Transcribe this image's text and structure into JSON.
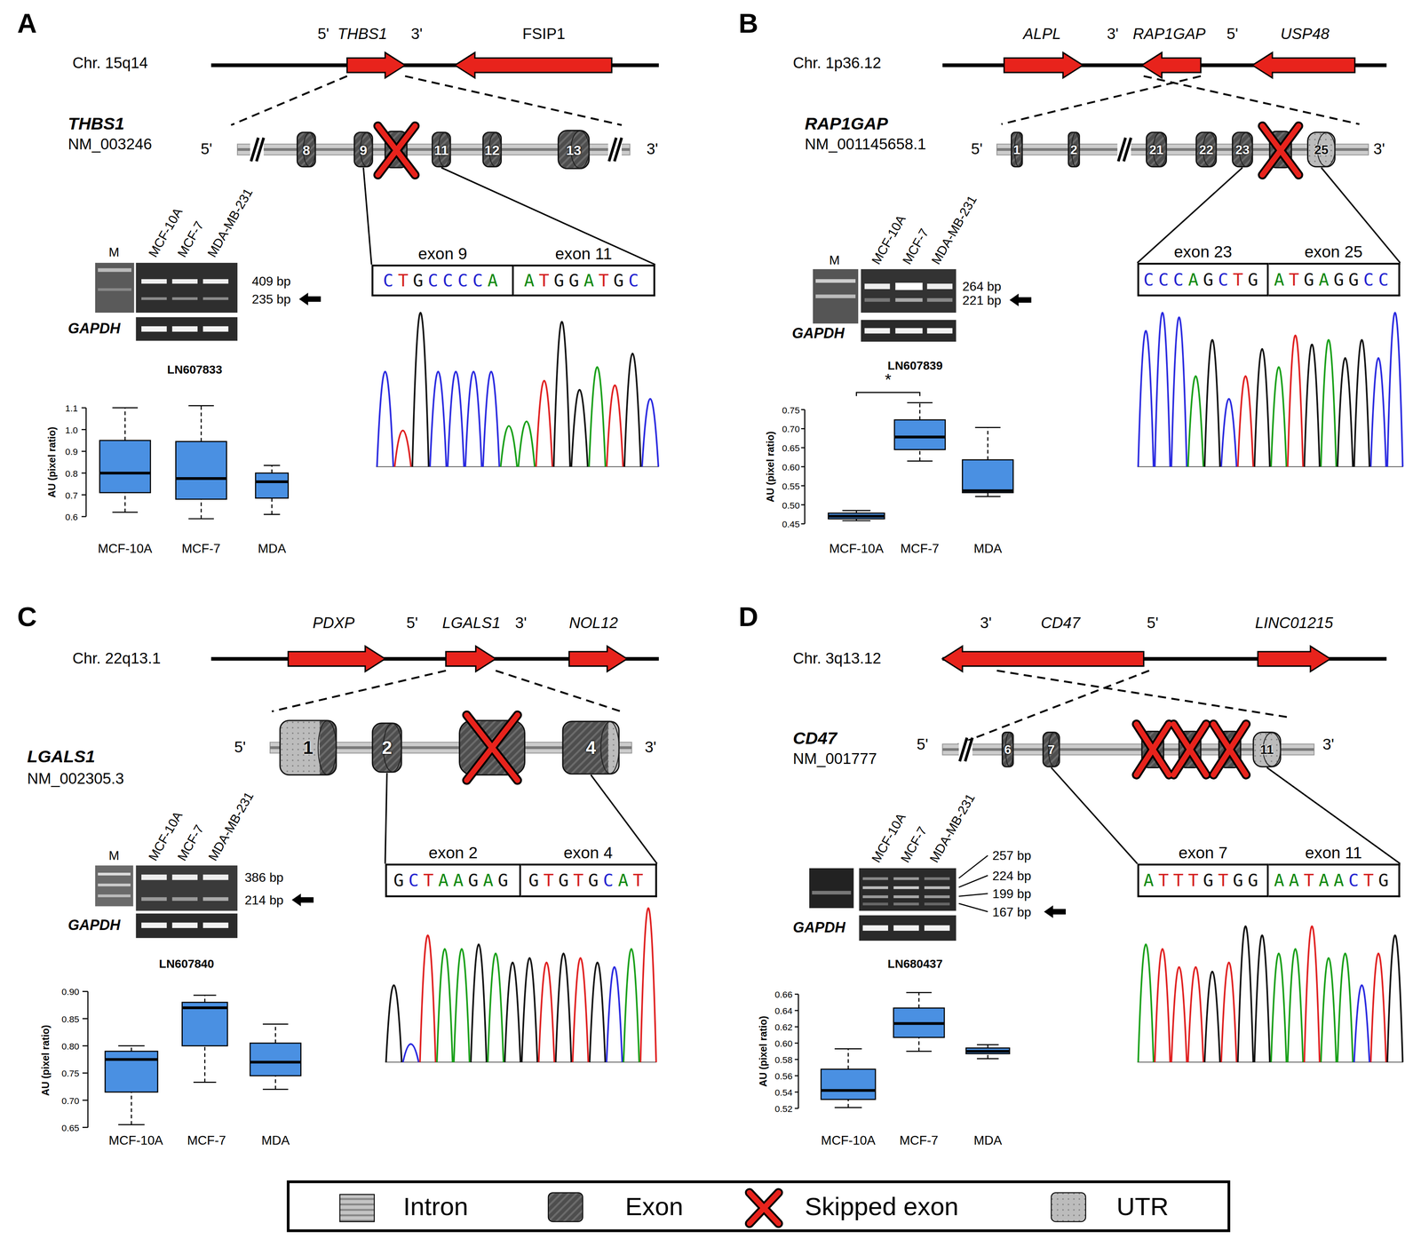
{
  "diagram": {
    "nodes": [
      {
        "text": [
          "8"
        ]
      },
      {
        "text": [
          "9"
        ]
      },
      {
        "text": [
          "11"
        ]
      },
      {
        "text": [
          "12"
        ]
      },
      {
        "text": [
          "13"
        ]
      },
      {
        "text": [
          "exon 9",
          "CTGCCCCA"
        ]
      },
      {
        "text": [
          "exon 11",
          "ATGGATGC"
        ]
      },
      {
        "text": [
          "1"
        ]
      },
      {
        "text": [
          "2"
        ]
      },
      {
        "text": [
          "21"
        ]
      },
      {
        "text": [
          "22"
        ]
      },
      {
        "text": [
          "23"
        ]
      },
      {
        "text": [
          "25"
        ]
      },
      {
        "text": [
          "exon 23",
          "CCCAGCTG"
        ]
      },
      {
        "text": [
          "exon 25",
          "ATGAGGCC"
        ]
      },
      {
        "text": [
          "1"
        ]
      },
      {
        "text": [
          "2"
        ]
      },
      {
        "text": [
          "4"
        ]
      },
      {
        "text": [
          "exon 2",
          "GCTAAGAG"
        ]
      },
      {
        "text": [
          "exon 4",
          "GTGTGCAT"
        ]
      },
      {
        "text": [
          "6"
        ]
      },
      {
        "text": [
          "7"
        ]
      },
      {
        "text": [
          "11"
        ]
      },
      {
        "text": [
          "exon 7",
          "ATTTGTGG"
        ]
      },
      {
        "text": [
          "exon 11",
          "AATAACTG"
        ]
      }
    ],
    "edges": [
      {
        "from": 1,
        "to": 5,
        "arrow": "none"
      },
      {
        "from": 2,
        "to": 6,
        "arrow": "none"
      },
      {
        "from": 11,
        "to": 13,
        "arrow": "none"
      },
      {
        "from": 12,
        "to": 14,
        "arrow": "none"
      },
      {
        "from": 16,
        "to": 18,
        "arrow": "none"
      },
      {
        "from": 17,
        "to": 19,
        "arrow": "none"
      },
      {
        "from": 21,
        "to": 23,
        "arrow": "none"
      },
      {
        "from": 22,
        "to": 24,
        "arrow": "none"
      }
    ],
    "labels": [
      "A",
      "5'",
      "THBS1",
      "3'",
      "FSIP1",
      "Chr. 15q14",
      "THBS1",
      "NM_003246",
      "5'",
      "3'",
      "M",
      "MCF-10A",
      "MCF-7",
      "MDA-MB-231",
      "409 bp",
      "235 bp",
      "GAPDH",
      "LN607833",
      "1.1",
      "1.0",
      "0.9",
      "0.8",
      "0.7",
      "0.6",
      "AU (pixel ratio)",
      "MCF-10A",
      "MCF-7",
      "MDA",
      "B",
      "ALPL",
      "3'",
      "RAP1GAP",
      "5'",
      "USP48",
      "Chr. 1p36.12",
      "RAP1GAP",
      "NM_001145658.1",
      "5'",
      "3'",
      "M",
      "MCF-10A",
      "MCF-7",
      "MDA-MB-231",
      "264 bp",
      "221 bp",
      "GAPDH",
      "LN607839",
      "*",
      "0.75",
      "0.70",
      "0.65",
      "0.60",
      "0.55",
      "0.50",
      "0.45",
      "AU (pixel ratio)",
      "MCF-10A",
      "MCF-7",
      "MDA",
      "C",
      "PDXP",
      "5'",
      "LGALS1",
      "3'",
      "NOL12",
      "Chr. 22q13.1",
      "LGALS1",
      "NM_002305.3",
      "5'",
      "3'",
      "M",
      "MCF-10A",
      "MCF-7",
      "MDA-MB-231",
      "386 bp",
      "214 bp",
      "GAPDH",
      "LN607840",
      "0.90",
      "0.85",
      "0.80",
      "0.75",
      "0.70",
      "0.65",
      "AU (pixel ratio)",
      "MCF-10A",
      "MCF-7",
      "MDA",
      "D",
      "3'",
      "CD47",
      "5'",
      "LINC01215",
      "Chr. 3q13.12",
      "CD47",
      "NM_001777",
      "5'",
      "3'",
      "MCF-10A",
      "MCF-7",
      "MDA-MB-231",
      "257 bp",
      "224 bp",
      "199 bp",
      "167 bp",
      "GAPDH",
      "LN680437",
      "0.66",
      "0.64",
      "0.62",
      "0.60",
      "0.58",
      "0.56",
      "0.54",
      "0.52",
      "AU (pixel ratio)",
      "MCF-10A",
      "MCF-7",
      "MDA"
    ],
    "legend": [
      {
        "text": "Intron"
      },
      {
        "text": "Exon"
      },
      {
        "text": "Skipped exon"
      },
      {
        "text": "UTR"
      }
    ]
  }
}
